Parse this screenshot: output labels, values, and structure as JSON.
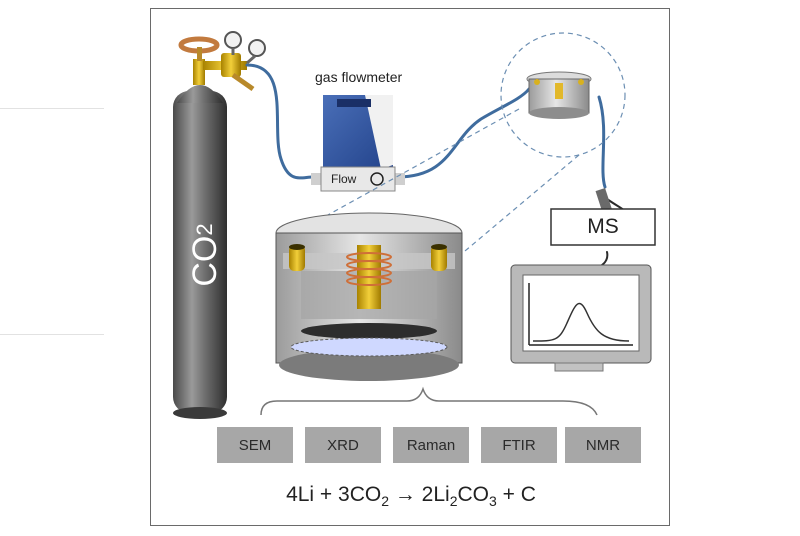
{
  "diagram": {
    "cylinder_label": "CO",
    "cylinder_label_sub": "2",
    "flowmeter_title": "gas flowmeter",
    "flowmeter_brand": "Flow",
    "ms_label": "MS",
    "techniques": [
      "SEM",
      "XRD",
      "Raman",
      "FTIR",
      "NMR"
    ],
    "equation": {
      "left": "4Li + 3CO",
      "left_sub": "2",
      "arrow": " → 2Li",
      "product_sub1": "2",
      "product": "CO",
      "product_sub2": "3",
      "tail": " + C"
    }
  }
}
